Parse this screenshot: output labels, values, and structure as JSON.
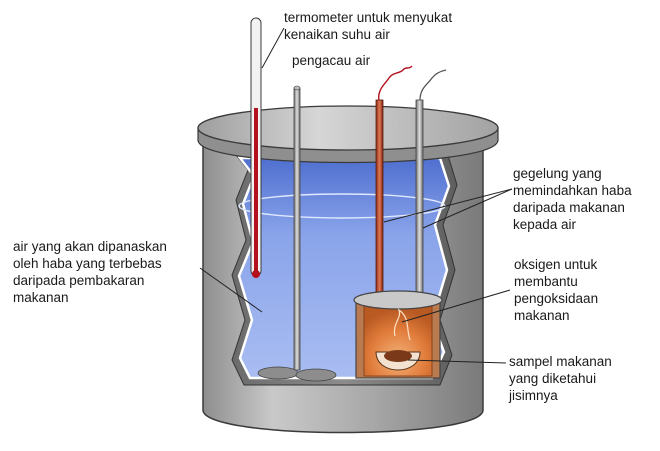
{
  "labels": {
    "thermometer": "termometer untuk menyukat\nkenaikan suhu air",
    "stirrer": "pengacau air",
    "coil": "gegelung yang\nmemindahkan haba\ndaripada makanan\nkepada air",
    "water": "air yang akan dipanaskan\noleh haba yang terbebas\ndaripada pembakaran\nmakanan",
    "oxygen": "oksigen untuk\nmembantu\npengoksidaan\nmakanan",
    "sample": "sampel makanan\nyang diketahui\njisimnya"
  },
  "colors": {
    "water": "#7f9ee8",
    "water_dark": "#4f6fc8",
    "vessel": "#a9a9a9",
    "lid": "#b9b9b9",
    "mercury": "#b5101d",
    "copper_rod": "#c14a2a",
    "flame": "#e3803a"
  },
  "icons": [
    "thermometer-icon",
    "stirrer-icon",
    "coil-rod-icon",
    "wire-icon",
    "combustion-chamber-icon",
    "food-dish-icon"
  ]
}
